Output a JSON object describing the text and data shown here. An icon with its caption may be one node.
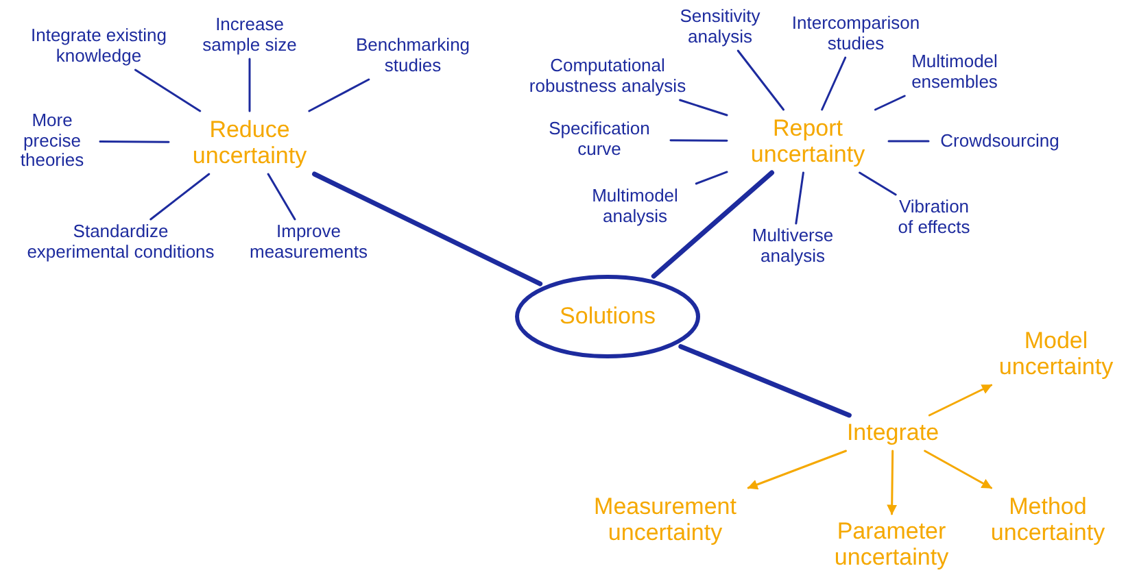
{
  "diagram": {
    "nodes": [
      {
        "text": [
          "Reduce uncertainty"
        ]
      },
      {
        "text": [
          "Integrate existing knowledge"
        ]
      },
      {
        "text": [
          "Increase sample size"
        ]
      },
      {
        "text": [
          "Benchmarking studies"
        ]
      },
      {
        "text": [
          "More precise theories"
        ]
      },
      {
        "text": [
          "Standardize experimental conditions"
        ]
      },
      {
        "text": [
          "Improve measurements"
        ]
      },
      {
        "text": [
          "Report uncertainty"
        ]
      },
      {
        "text": [
          "Sensitivity analysis"
        ]
      },
      {
        "text": [
          "Intercomparison studies"
        ]
      },
      {
        "text": [
          "Computational robustness analysis"
        ]
      },
      {
        "text": [
          "Multimodel ensembles"
        ]
      },
      {
        "text": [
          "Specification curve"
        ]
      },
      {
        "text": [
          "Crowdsourcing"
        ]
      },
      {
        "text": [
          "Multimodel analysis"
        ]
      },
      {
        "text": [
          "Vibration of effects"
        ]
      },
      {
        "text": [
          "Multiverse analysis"
        ]
      },
      {
        "text": [
          "Solutions"
        ]
      },
      {
        "text": [
          "Integrate"
        ]
      },
      {
        "text": [
          "Model uncertainty"
        ]
      },
      {
        "text": [
          "Measurement uncertainty"
        ]
      },
      {
        "text": [
          "Parameter uncertainty"
        ]
      },
      {
        "text": [
          "Method uncertainty"
        ]
      }
    ],
    "edges": [
      {
        "from": 0,
        "to": 1,
        "arrow": "none"
      },
      {
        "from": 0,
        "to": 2,
        "arrow": "none"
      },
      {
        "from": 0,
        "to": 3,
        "arrow": "none"
      },
      {
        "from": 0,
        "to": 4,
        "arrow": "none"
      },
      {
        "from": 0,
        "to": 5,
        "arrow": "none"
      },
      {
        "from": 0,
        "to": 6,
        "arrow": "none"
      },
      {
        "from": 7,
        "to": 8,
        "arrow": "none"
      },
      {
        "from": 7,
        "to": 9,
        "arrow": "none"
      },
      {
        "from": 7,
        "to": 10,
        "arrow": "none"
      },
      {
        "from": 7,
        "to": 11,
        "arrow": "none"
      },
      {
        "from": 7,
        "to": 12,
        "arrow": "none"
      },
      {
        "from": 7,
        "to": 13,
        "arrow": "none"
      },
      {
        "from": 7,
        "to": 14,
        "arrow": "none"
      },
      {
        "from": 7,
        "to": 15,
        "arrow": "none"
      },
      {
        "from": 7,
        "to": 16,
        "arrow": "none"
      },
      {
        "from": 17,
        "to": 0,
        "arrow": "none",
        "style": "thick"
      },
      {
        "from": 17,
        "to": 7,
        "arrow": "none",
        "style": "thick"
      },
      {
        "from": 17,
        "to": 18,
        "arrow": "none",
        "style": "thick"
      },
      {
        "from": 18,
        "to": 19,
        "arrow": "to",
        "color": "#f5a800"
      },
      {
        "from": 18,
        "to": 20,
        "arrow": "to",
        "color": "#f5a800"
      },
      {
        "from": 18,
        "to": 21,
        "arrow": "to",
        "color": "#f5a800"
      },
      {
        "from": 18,
        "to": 22,
        "arrow": "to",
        "color": "#f5a800"
      }
    ]
  }
}
